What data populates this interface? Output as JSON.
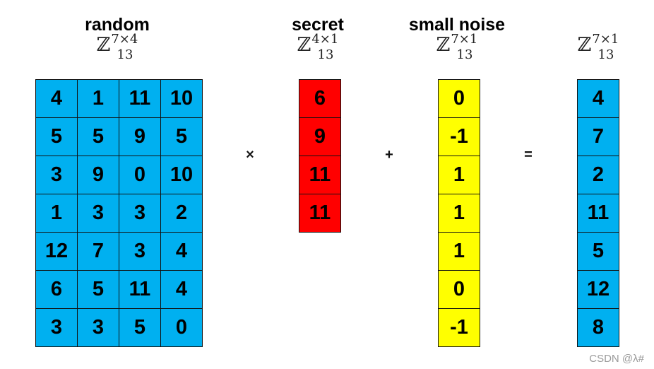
{
  "columns": {
    "random": {
      "title": "random",
      "space_base": "ℤ",
      "space_sub": "13",
      "space_sup": "7×4"
    },
    "secret": {
      "title": "secret",
      "space_base": "ℤ",
      "space_sub": "13",
      "space_sup": "4×1"
    },
    "noise": {
      "title": "small noise",
      "space_base": "ℤ",
      "space_sub": "13",
      "space_sup": "7×1"
    },
    "result": {
      "title": "",
      "space_base": "ℤ",
      "space_sub": "13",
      "space_sup": "7×1"
    }
  },
  "operators": {
    "times": "×",
    "plus": "+",
    "equals": "="
  },
  "matrices": {
    "random": [
      [
        "4",
        "1",
        "11",
        "10"
      ],
      [
        "5",
        "5",
        "9",
        "5"
      ],
      [
        "3",
        "9",
        "0",
        "10"
      ],
      [
        "1",
        "3",
        "3",
        "2"
      ],
      [
        "12",
        "7",
        "3",
        "4"
      ],
      [
        "6",
        "5",
        "11",
        "4"
      ],
      [
        "3",
        "3",
        "5",
        "0"
      ]
    ],
    "secret": [
      [
        "6"
      ],
      [
        "9"
      ],
      [
        "11"
      ],
      [
        "11"
      ]
    ],
    "noise": [
      [
        "0"
      ],
      [
        "-1"
      ],
      [
        "1"
      ],
      [
        "1"
      ],
      [
        "1"
      ],
      [
        "0"
      ],
      [
        "-1"
      ]
    ],
    "result": [
      [
        "4"
      ],
      [
        "7"
      ],
      [
        "2"
      ],
      [
        "11"
      ],
      [
        "5"
      ],
      [
        "12"
      ],
      [
        "8"
      ]
    ]
  },
  "colors": {
    "random": "#00b0f0",
    "secret": "#ff0000",
    "noise": "#ffff00",
    "result": "#00b0f0"
  },
  "watermark": "CSDN @λ#"
}
